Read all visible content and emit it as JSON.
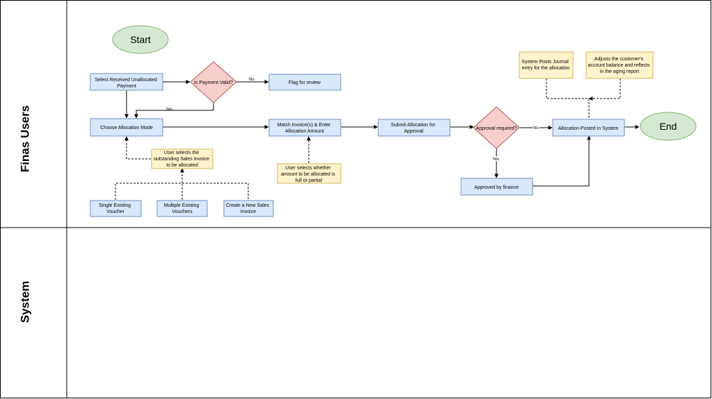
{
  "lanes": {
    "top": "Finas Users",
    "bottom": "System"
  },
  "nodes": {
    "start": "Start",
    "select_payment": [
      "Select  Received Unallocated",
      "Payment"
    ],
    "payment_valid": "Is Payment Valid?",
    "flag_review": "Flag for review",
    "choose_mode": "Choose Allocation Mode",
    "user_selects_invoice": [
      "User selects the",
      "outstanding Sales Invoice",
      "to be allocated"
    ],
    "single_voucher": [
      "Single Existing",
      "Voucher"
    ],
    "multiple_vouchers": [
      "Multiple Existing",
      "Vouchers"
    ],
    "new_invoice": [
      "Create a New Sales",
      "Invoice"
    ],
    "match_invoice": [
      "Match Invoice(s) & Enter",
      "Allocation Amount"
    ],
    "user_selects_amount": [
      "User selects whether",
      "amount to be allocated is",
      "full or partial"
    ],
    "submit_allocation": [
      "Submit Allocation for",
      "Approval"
    ],
    "approval_required": "Approval required?",
    "approved_finance": "Approved by finance",
    "allocation_posted": "Allocation Posted in System",
    "system_posts": [
      "System Posts Journal",
      "entry for the allocation"
    ],
    "adjusts_balance": [
      "Adjusts the customer's",
      "account balance and reflects",
      "in the aging report"
    ],
    "end": "End"
  },
  "edge_labels": {
    "no1": "No",
    "yes1": "Yes",
    "no2": "No",
    "yes2": "Yes"
  },
  "colors": {
    "process_fill": "#dae8fc",
    "process_stroke": "#6c8ebf",
    "decision_fill": "#f8cecc",
    "decision_stroke": "#b85450",
    "terminal_fill": "#d5e8d4",
    "terminal_stroke": "#82b366",
    "note_fill": "#fff2cc",
    "note_stroke": "#d6b656"
  }
}
